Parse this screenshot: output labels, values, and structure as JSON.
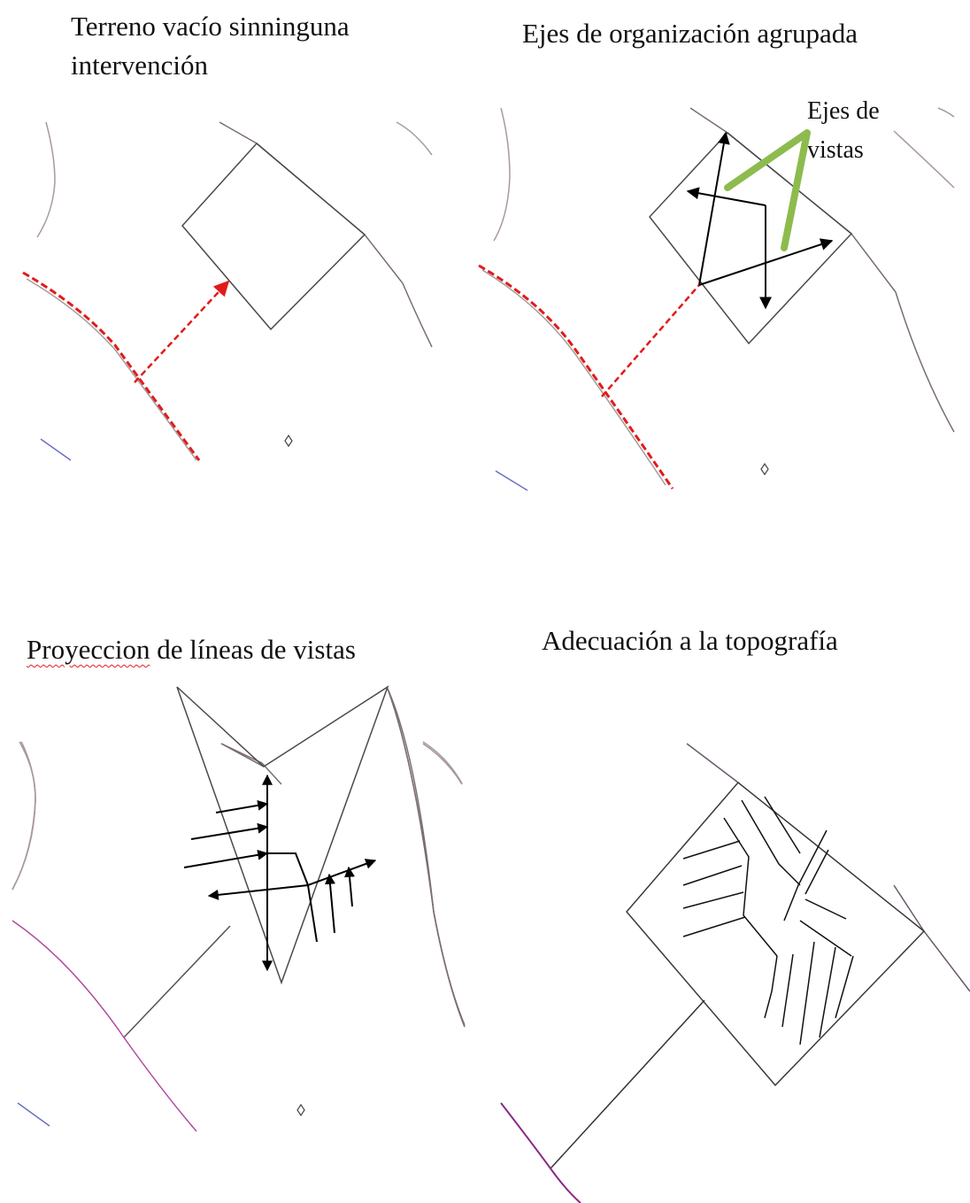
{
  "panels": [
    {
      "caption_lines": [
        "Terreno vacío sinninguna",
        "intervención"
      ]
    },
    {
      "caption_lines": [
        "Ejes de organización agrupada"
      ]
    },
    {
      "caption_lines": [
        "Proyeccion de líneas de vistas"
      ],
      "underlined_word": "Proyeccion",
      "caption_rest": " de líneas de vistas"
    },
    {
      "caption_lines": [
        "Adecuación a la topografía"
      ]
    }
  ],
  "annotation": {
    "line1": "Ejes de",
    "line2": "vistas"
  },
  "colors": {
    "outline": "#4a4a4a",
    "contour": "#a89a9c",
    "access_dashed": "#e11b1b",
    "view_marker": "#8dbb4e",
    "road": "#b04aa0",
    "stream": "#6a6fc4",
    "arrow": "#000000"
  }
}
